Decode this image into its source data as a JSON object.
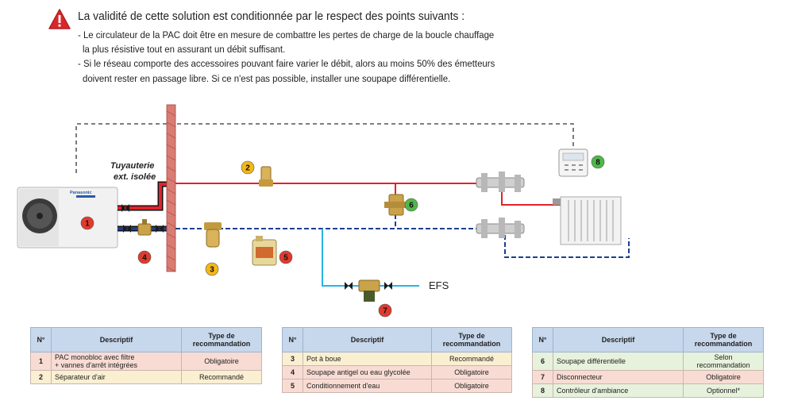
{
  "warning": {
    "title": "La validité de cette solution est conditionnée par le respect des points suivants :",
    "lines": [
      "- Le circulateur de la PAC doit être en mesure de combattre les pertes de charge de la boucle chauffage",
      "la plus résistive tout en assurant un débit suffisant.",
      "- Si le réseau comporte des accessoires pouvant faire varier le débit, alors au moins 50% des émetteurs",
      "doivent rester en passage libre. Si ce n'est pas possible, installer une soupape différentielle."
    ]
  },
  "diagram": {
    "pipe_label_1": "Tuyauterie",
    "pipe_label_2": "ext. isolée",
    "efs_label": "EFS",
    "brand_label": "Panasonic",
    "badges": [
      {
        "n": "1",
        "color": "#e03a2f"
      },
      {
        "n": "2",
        "color": "#f2b81a"
      },
      {
        "n": "3",
        "color": "#f2b81a"
      },
      {
        "n": "4",
        "color": "#e03a2f"
      },
      {
        "n": "5",
        "color": "#e03a2f"
      },
      {
        "n": "6",
        "color": "#4fb848"
      },
      {
        "n": "7",
        "color": "#e03a2f"
      },
      {
        "n": "8",
        "color": "#4fb848"
      }
    ],
    "colors": {
      "hot": "#e2222a",
      "cold": "#1c3f8f",
      "water": "#27b4e6",
      "wall": "#d97c73"
    }
  },
  "tables": [
    {
      "headers": [
        "N°",
        "Descriptif",
        "Type de recommandation"
      ],
      "rows": [
        {
          "n": "1",
          "desc": "PAC monobloc avec filtre",
          "desc2": "+ vannes d'arrêt intégrées",
          "type": "Obligatoire",
          "level": "red"
        },
        {
          "n": "2",
          "desc": "Séparateur d'air",
          "desc2": "",
          "type": "Recommandé",
          "level": "yellow"
        }
      ]
    },
    {
      "headers": [
        "N°",
        "Descriptif",
        "Type de recommandation"
      ],
      "rows": [
        {
          "n": "3",
          "desc": "Pot à boue",
          "desc2": "",
          "type": "Recommandé",
          "level": "yellow"
        },
        {
          "n": "4",
          "desc": "Soupape antigel ou eau glycolée",
          "desc2": "",
          "type": "Obligatoire",
          "level": "red"
        },
        {
          "n": "5",
          "desc": "Conditionnement d'eau",
          "desc2": "",
          "type": "Obligatoire",
          "level": "red"
        }
      ]
    },
    {
      "headers": [
        "N°",
        "Descriptif",
        "Type de recommandation"
      ],
      "rows": [
        {
          "n": "6",
          "desc": "Soupape différentielle",
          "desc2": "",
          "type": "Selon recommandation",
          "level": "green"
        },
        {
          "n": "7",
          "desc": "Disconnecteur",
          "desc2": "",
          "type": "Obligatoire",
          "level": "red"
        },
        {
          "n": "8",
          "desc": "Contrôleur d'ambiance",
          "desc2": "",
          "type": "Optionnel*",
          "level": "green"
        }
      ]
    }
  ]
}
